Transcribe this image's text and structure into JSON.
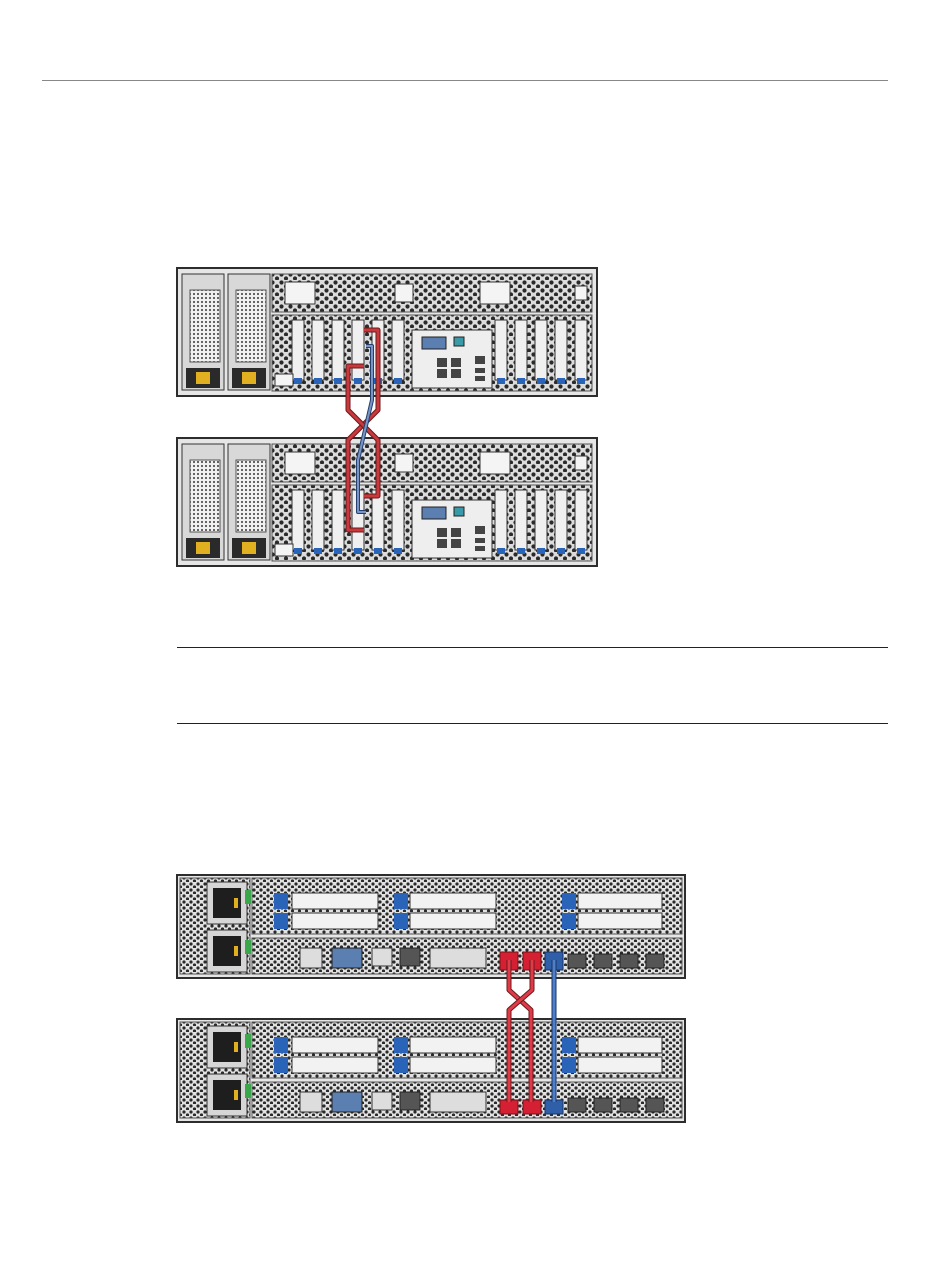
{
  "figures": [
    {
      "id": "figure-cabling-server-a",
      "chassis_count": 2,
      "cable_colors": {
        "interconnect_1": "#b52a2f",
        "interconnect_2": "#b52a2f",
        "network": "#3a5fa0"
      }
    },
    {
      "id": "figure-cabling-server-b",
      "chassis_count": 2,
      "cable_colors": {
        "interconnect_1": "#c8202f",
        "interconnect_2": "#c8202f",
        "network": "#2f5fa8"
      }
    }
  ],
  "colors": {
    "chassis_fill": "#e8e8e8",
    "chassis_stroke": "#333333",
    "vent": "#333333",
    "port_blue": "#2a64b8",
    "power_green": "#3aa84a",
    "psu_yellow": "#e0b020"
  }
}
